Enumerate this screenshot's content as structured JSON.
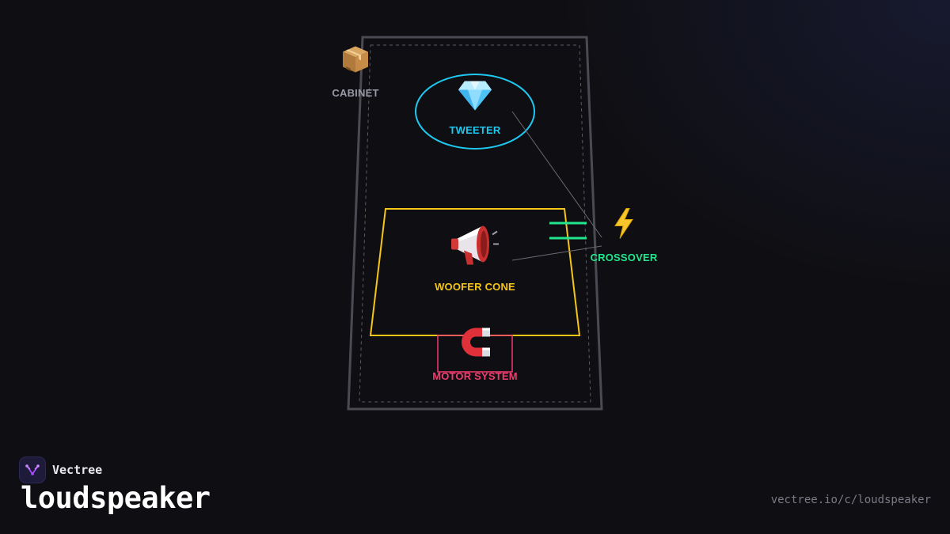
{
  "diagram": {
    "nodes": {
      "cabinet": {
        "label": "CABINET",
        "icon": "package-icon",
        "color": "#9a9aa6"
      },
      "tweeter": {
        "label": "TWEETER",
        "icon": "gem-icon",
        "color": "#1ec8f0"
      },
      "crossover": {
        "label": "CROSSOVER",
        "icon": "lightning-icon",
        "color": "#22e68c"
      },
      "woofer": {
        "label": "WOOFER CONE",
        "icon": "megaphone-icon",
        "color": "#f5c518"
      },
      "motor": {
        "label": "MOTOR SYSTEM",
        "icon": "magnet-icon",
        "color": "#f03c6e"
      }
    },
    "colors": {
      "cabinet_outline": "#4a4a52",
      "connector": "#6a6a72",
      "background": "#0f0f13"
    }
  },
  "brand": {
    "name": "Vectree",
    "logo_icon": "vectree-logo-icon",
    "logo_color": "#a64dff"
  },
  "page": {
    "title": "loudspeaker",
    "url": "vectree.io/c/loudspeaker"
  }
}
